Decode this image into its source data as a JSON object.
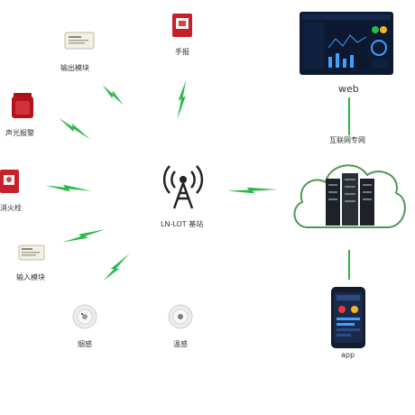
{
  "center": {
    "label": "LN-LOT 基站"
  },
  "devices": {
    "output_module": "输出模块",
    "manual_alarm": "手报",
    "sound_light": "声光报警",
    "hydrant": "消火栓",
    "input_module": "输入模块",
    "temp_sensor": "温感",
    "smoke_sensor": "烟感"
  },
  "right": {
    "web_label": "web",
    "internet_label": "互联网专网",
    "app_label": "app"
  },
  "colors": {
    "signal": "#2db84a",
    "device_red": "#c8202a",
    "server_dark": "#1e2228",
    "cloud_outline": "#4b9a52"
  }
}
